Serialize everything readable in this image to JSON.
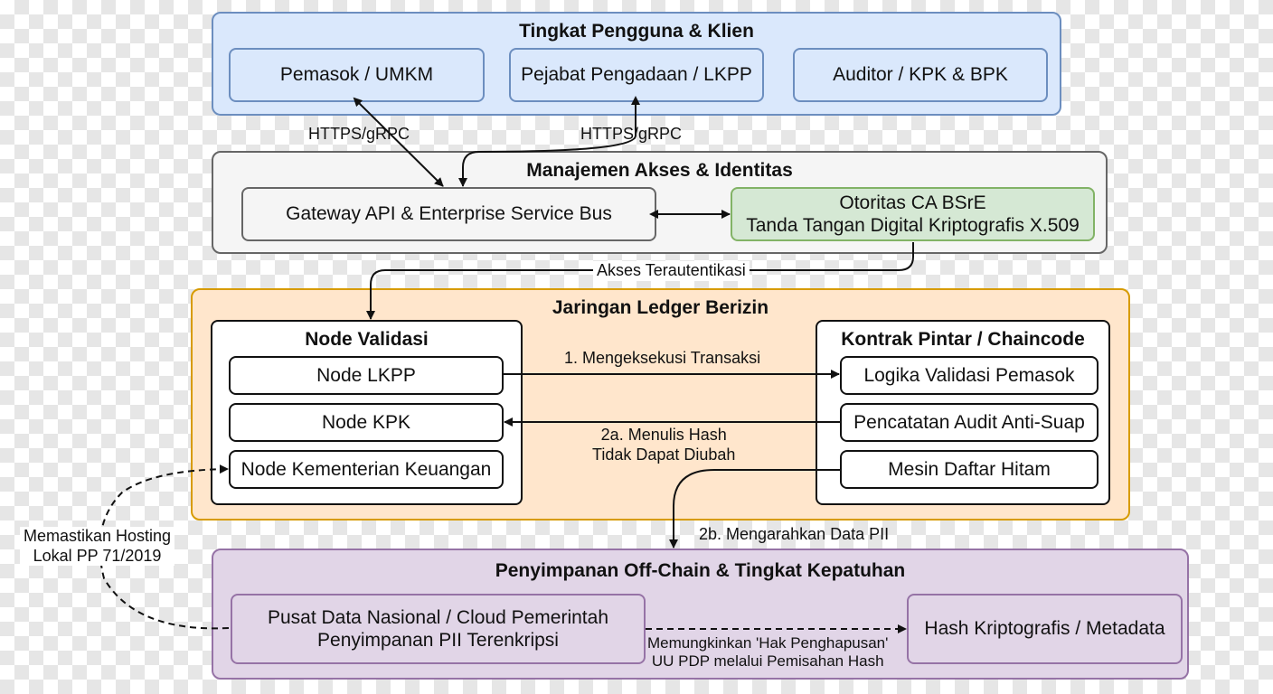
{
  "user_tier": {
    "title": "Tingkat Pengguna & Klien",
    "clients": [
      "Pemasok / UMKM",
      "Pejabat Pengadaan / LKPP",
      "Auditor / KPK & BPK"
    ]
  },
  "access": {
    "title": "Manajemen Akses & Identitas",
    "gateway": "Gateway API & Enterprise Service Bus",
    "ca_line1": "Otoritas CA BSrE",
    "ca_line2": "Tanda Tangan Digital Kriptografis X.509"
  },
  "ledger": {
    "title": "Jaringan Ledger Berizin",
    "validators_title": "Node Validasi",
    "nodes": [
      "Node LKPP",
      "Node KPK",
      "Node Kementerian Keuangan"
    ],
    "contract_title": "Kontrak Pintar / Chaincode",
    "contracts": [
      "Logika Validasi Pemasok",
      "Pencatatan Audit Anti-Suap",
      "Mesin Daftar Hitam"
    ]
  },
  "storage": {
    "title": "Penyimpanan Off-Chain & Tingkat Kepatuhan",
    "pdn_line1": "Pusat Data Nasional / Cloud Pemerintah",
    "pdn_line2": "Penyimpanan PII Terenkripsi",
    "hash": "Hash Kriptografis / Metadata"
  },
  "labels": {
    "https_left": "HTTPS/gRPC",
    "https_right": "HTTPS/gRPC",
    "auth": "Akses Terautentikasi",
    "exec": "1. Mengeksekusi Transaksi",
    "write_line1": "2a. Menulis Hash",
    "write_line2": "Tidak Dapat Diubah",
    "pii": "2b. Mengarahkan Data PII",
    "hosting_line1": "Memastikan Hosting",
    "hosting_line2": "Lokal PP 71/2019",
    "erasure_line1": "Memungkinkan 'Hak Penghapusan'",
    "erasure_line2": "UU PDP melalui Pemisahan Hash"
  },
  "colors": {
    "user_fill": "#dae8fc",
    "user_stroke": "#6c8ebf",
    "access_fill": "#f5f5f5",
    "access_stroke": "#666666",
    "ca_fill": "#d5e8d4",
    "ca_stroke": "#82b366",
    "ledger_fill": "#ffe6cc",
    "ledger_stroke": "#d79b00",
    "storage_fill": "#e1d5e7",
    "storage_stroke": "#9673a6"
  }
}
